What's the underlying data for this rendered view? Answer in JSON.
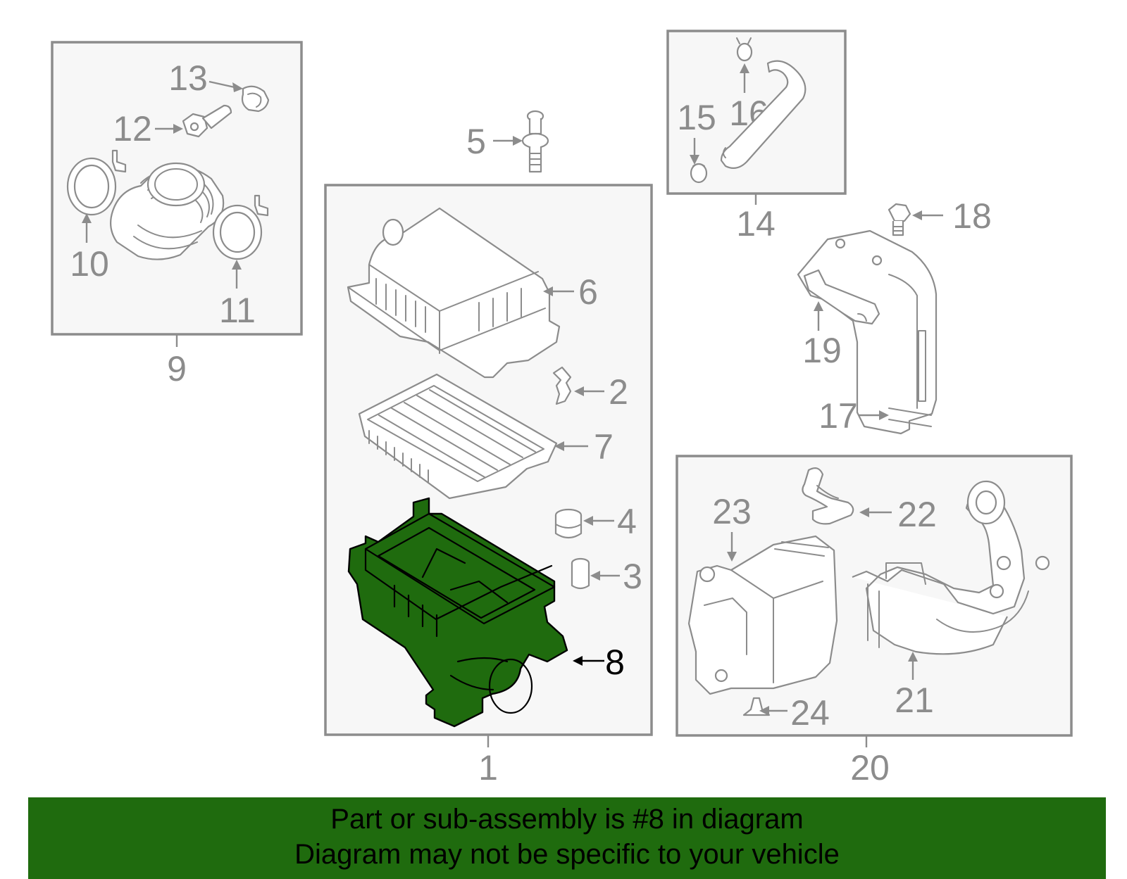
{
  "callouts": {
    "c1": "1",
    "c2": "2",
    "c3": "3",
    "c4": "4",
    "c5": "5",
    "c6": "6",
    "c7": "7",
    "c8": "8",
    "c9": "9",
    "c10": "10",
    "c11": "11",
    "c12": "12",
    "c13": "13",
    "c14": "14",
    "c15": "15",
    "c16": "16",
    "c17": "17",
    "c18": "18",
    "c19": "19",
    "c20": "20",
    "c21": "21",
    "c22": "22",
    "c23": "23",
    "c24": "24"
  },
  "highlighted_part": "8",
  "colors": {
    "highlight": "#1f6b0e",
    "line": "#8c8c8c",
    "box_fill": "#f7f7f7"
  },
  "banner": {
    "line1": "Part or sub-assembly is #8 in diagram",
    "line2": "Diagram may not be specific to your vehicle"
  }
}
